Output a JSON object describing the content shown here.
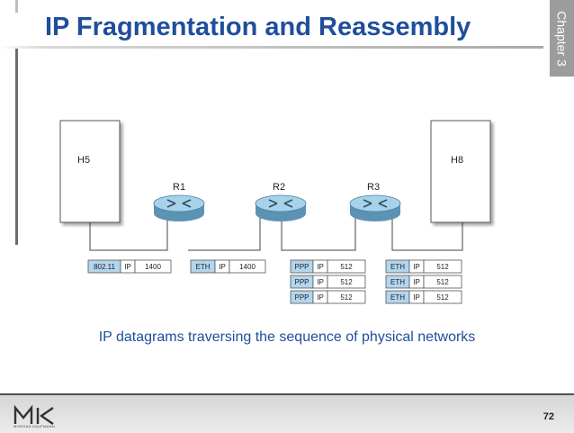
{
  "slide": {
    "title": "IP Fragmentation and Reassembly",
    "chapter": "Chapter 3",
    "caption": "IP datagrams traversing the sequence of physical networks",
    "page_number": "72",
    "logo_text": "MK",
    "logo_subtext": "MORGAN KAUFMANN"
  },
  "diagram": {
    "hosts": [
      {
        "label": "H5"
      },
      {
        "label": "H8"
      }
    ],
    "routers": [
      {
        "label": "R1"
      },
      {
        "label": "R2"
      },
      {
        "label": "R3"
      }
    ],
    "segments": [
      {
        "frames": [
          {
            "header": "802.11",
            "proto": "IP",
            "size": "1400"
          }
        ]
      },
      {
        "frames": [
          {
            "header": "ETH",
            "proto": "IP",
            "size": "1400"
          }
        ]
      },
      {
        "frames": [
          {
            "header": "PPP",
            "proto": "IP",
            "size": "512"
          },
          {
            "header": "PPP",
            "proto": "IP",
            "size": "512"
          },
          {
            "header": "PPP",
            "proto": "IP",
            "size": "512"
          }
        ]
      },
      {
        "frames": [
          {
            "header": "ETH",
            "proto": "IP",
            "size": "512"
          },
          {
            "header": "ETH",
            "proto": "IP",
            "size": "512"
          },
          {
            "header": "ETH",
            "proto": "IP",
            "size": "512"
          }
        ]
      }
    ],
    "colors": {
      "host_fill": "#ffffff",
      "host_border": "#555555",
      "router_fill": "#a7d2ea",
      "router_dark": "#5c93b5",
      "header_fill": "#b3d6ee",
      "link": "#444444"
    }
  }
}
